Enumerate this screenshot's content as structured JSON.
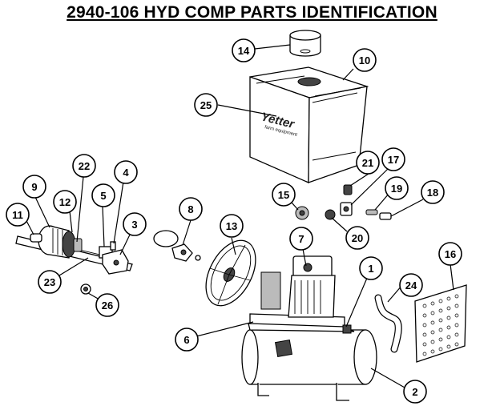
{
  "title": "2940-106 HYD COMP PARTS IDENTIFICATION",
  "logo": {
    "brand": "Yetter",
    "tagline": "farm equipment"
  },
  "callouts": [
    "1",
    "2",
    "3",
    "4",
    "5",
    "6",
    "7",
    "8",
    "9",
    "10",
    "11",
    "12",
    "13",
    "14",
    "15",
    "16",
    "17",
    "18",
    "19",
    "20",
    "21",
    "22",
    "23",
    "24",
    "25",
    "26"
  ]
}
